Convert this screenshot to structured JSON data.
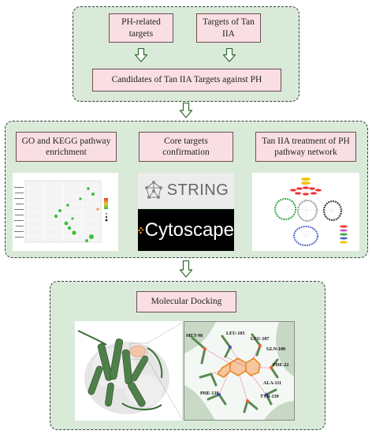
{
  "top": {
    "box_ph_targets": "PH-related targets",
    "box_tan_targets": "Targets of Tan IIA",
    "box_candidates": "Candidates of  Tan IIA Targets against PH"
  },
  "middle": {
    "box_go_kegg": "GO and KEGG pathway enrichment",
    "box_core": "Core targets confirmation",
    "box_network": "Tan IIA treatment of PH pathway network",
    "string_logo": "STRING",
    "cytoscape_logo": "Cytoscape"
  },
  "bottom": {
    "box_docking": "Molecular Docking",
    "residues": [
      "MET-98",
      "LEU-103",
      "LEU-107",
      "GLN-108",
      "PHE-22",
      "ALA-111",
      "TYR-139",
      "PHE-138"
    ]
  },
  "colors": {
    "panel_bg": "#d9ead9",
    "box_bg": "#f9dfe4",
    "arrow_green": "#2e6b2e"
  }
}
